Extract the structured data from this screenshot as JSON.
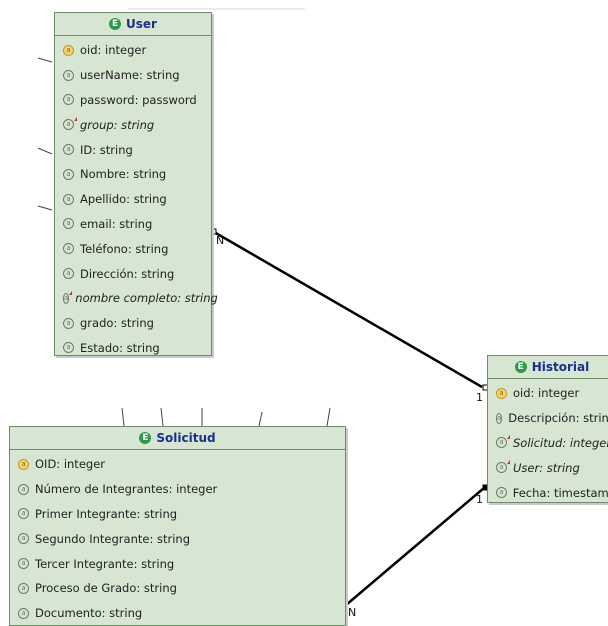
{
  "entities": [
    {
      "name": "User",
      "attributes": [
        {
          "text": "oid: integer",
          "kind": "key"
        },
        {
          "text": "userName: string",
          "kind": "normal"
        },
        {
          "text": "password: password",
          "kind": "normal"
        },
        {
          "text": "group: string",
          "kind": "derived"
        },
        {
          "text": "ID: string",
          "kind": "normal"
        },
        {
          "text": "Nombre: string",
          "kind": "normal"
        },
        {
          "text": "Apellido: string",
          "kind": "normal"
        },
        {
          "text": "email: string",
          "kind": "normal"
        },
        {
          "text": "Teléfono: string",
          "kind": "normal"
        },
        {
          "text": "Dirección: string",
          "kind": "normal"
        },
        {
          "text": "nombre completo: string",
          "kind": "derived"
        },
        {
          "text": "grado: string",
          "kind": "normal"
        },
        {
          "text": "Estado: string",
          "kind": "normal"
        }
      ]
    },
    {
      "name": "Historial",
      "attributes": [
        {
          "text": "oid: integer",
          "kind": "key"
        },
        {
          "text": "Descripción: string",
          "kind": "normal"
        },
        {
          "text": "Solicitud: integer",
          "kind": "derived"
        },
        {
          "text": "User: string",
          "kind": "derived"
        },
        {
          "text": "Fecha: timestamp",
          "kind": "normal"
        }
      ]
    },
    {
      "name": "Solicitud",
      "attributes": [
        {
          "text": "OID: integer",
          "kind": "key"
        },
        {
          "text": "Número de Integrantes: integer",
          "kind": "normal"
        },
        {
          "text": "Primer Integrante: string",
          "kind": "normal"
        },
        {
          "text": "Segundo Integrante: string",
          "kind": "normal"
        },
        {
          "text": "Tercer Integrante: string",
          "kind": "normal"
        },
        {
          "text": "Proceso de Grado: string",
          "kind": "normal"
        },
        {
          "text": "Documento: string",
          "kind": "normal"
        }
      ]
    }
  ],
  "relations": [
    {
      "from": "User",
      "to": "Historial",
      "from_card": "N",
      "to_card": "1"
    },
    {
      "from": "Solicitud",
      "to": "Historial",
      "from_card": "N",
      "to_card": "1"
    }
  ],
  "colors": {
    "entity_fill": "#d6e6d2",
    "entity_border": "#6f8a6c",
    "title_text": "#1b2f8c",
    "entity_icon": "#2f9b48",
    "key_icon": "#f1d47a",
    "derived_marker": "#c0392b"
  },
  "icons": {
    "entity": "entity-icon",
    "key_attribute": "key-attribute-icon",
    "attribute": "attribute-icon",
    "derived_attribute": "derived-attribute-icon"
  }
}
